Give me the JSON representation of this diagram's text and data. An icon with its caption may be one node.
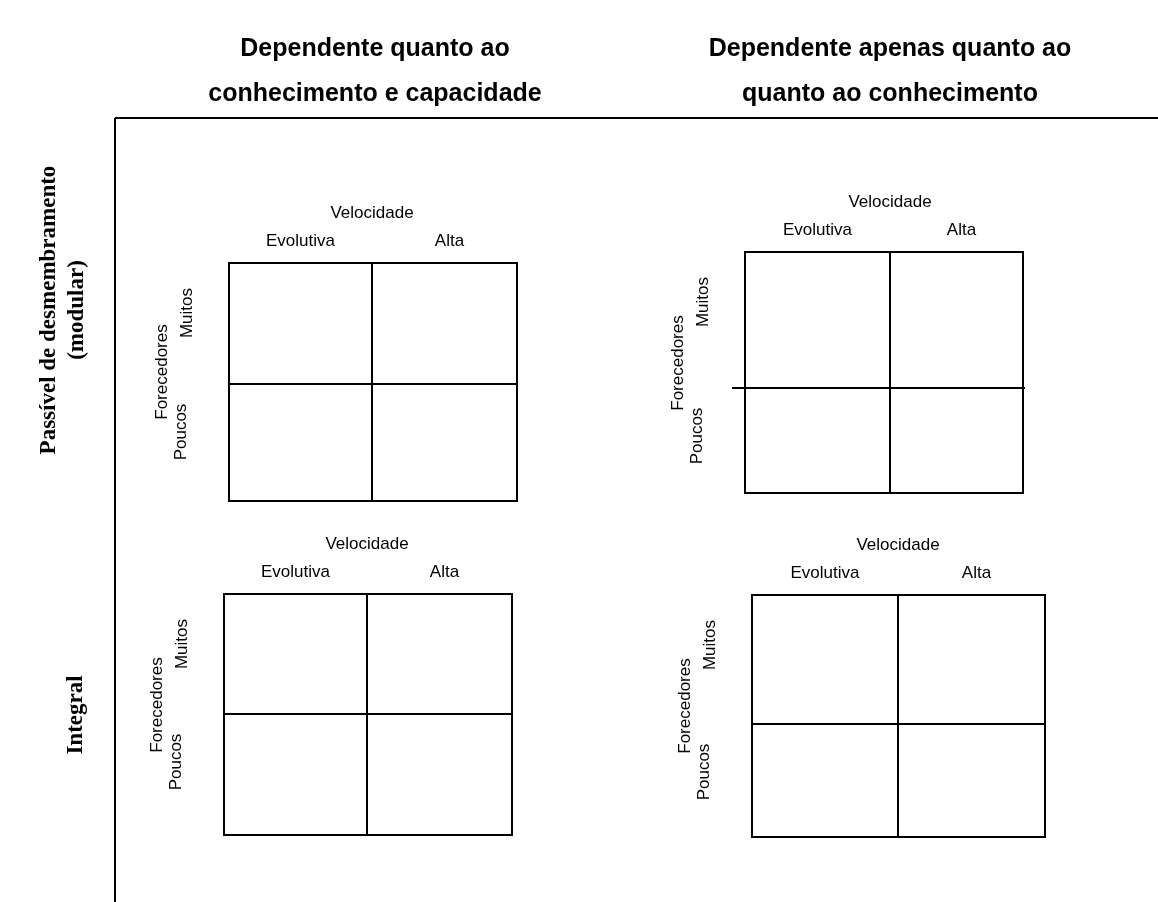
{
  "diagram": {
    "labels": [
      "Dependente quanto ao conhecimento e capacidade",
      "Dependente apenas quanto ao quanto ao conhecimento",
      "Passível de desmembramento (modular)",
      "Velocidade",
      "Evolutiva",
      "Alta",
      "Forecedores",
      "Muitos",
      "Poucos",
      "Velocidade",
      "Evolutiva",
      "Alta",
      "Forecedores",
      "Muitos",
      "Poucos",
      "Integral",
      "Velocidade",
      "Evolutiva",
      "Alta",
      "Forecedores",
      "Muitos",
      "Poucos",
      "Velocidade",
      "Evolutiva",
      "Alta",
      "Forecedores",
      "Muitos",
      "Poucos"
    ]
  }
}
